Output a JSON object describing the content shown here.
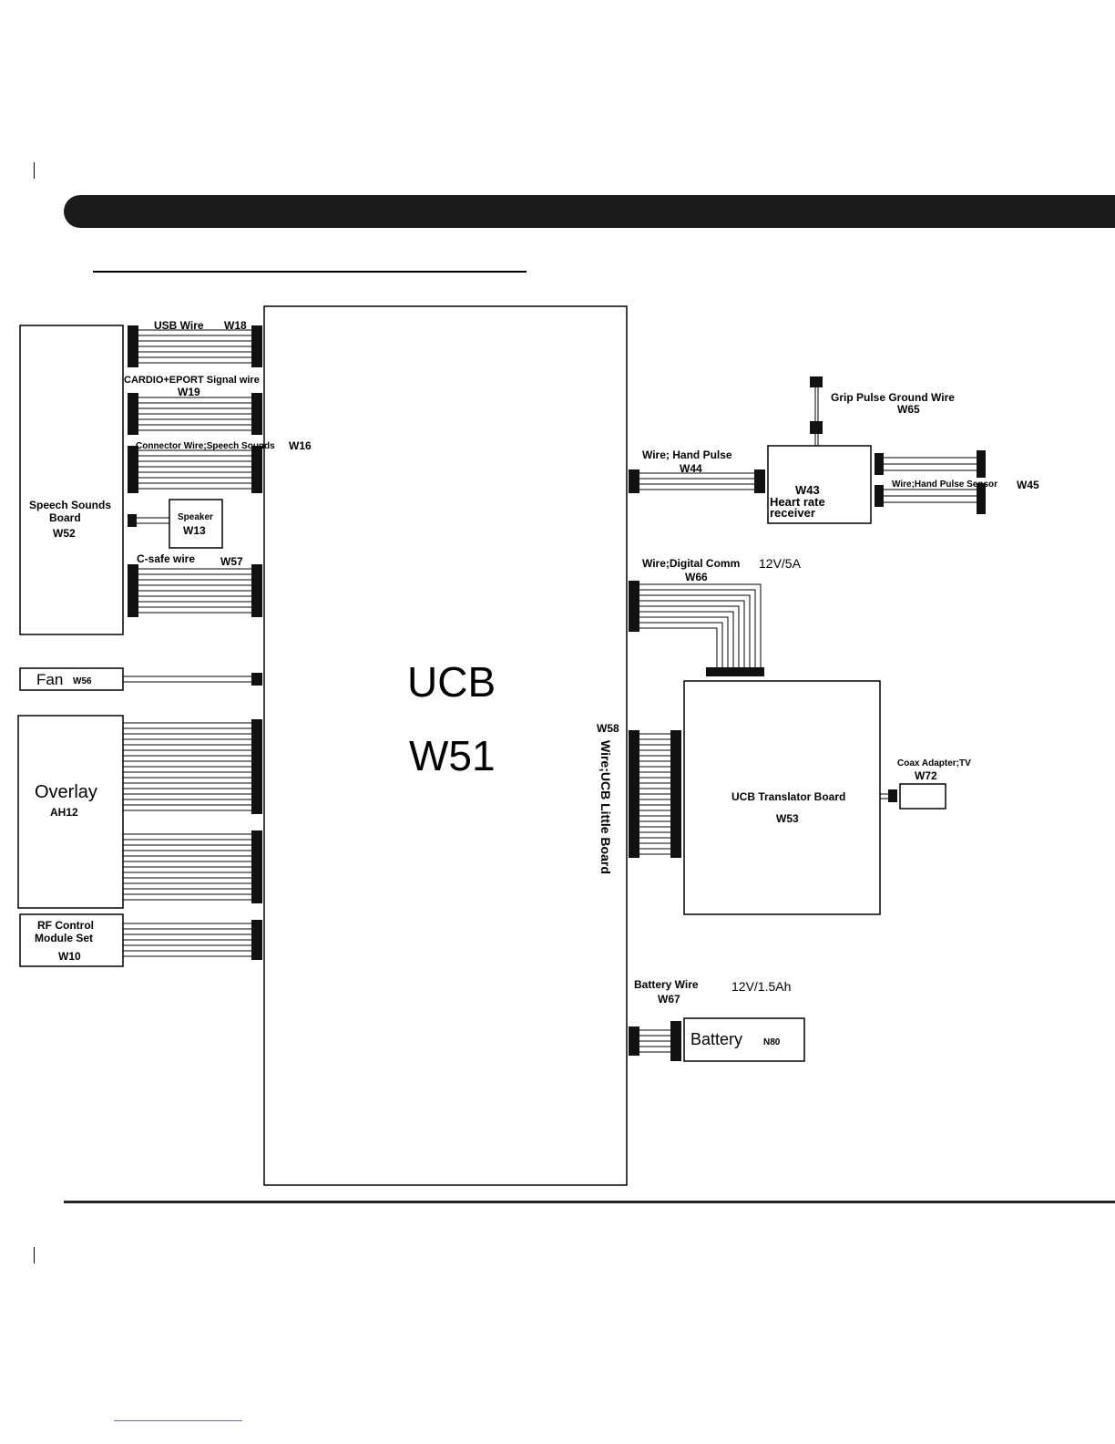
{
  "main_board": {
    "name": "UCB",
    "code": "W51"
  },
  "wire_ucb_little_board": {
    "code": "W58",
    "label": "Wire;UCB Little Board"
  },
  "speech_board": {
    "line1": "Speech Sounds",
    "line2": "Board",
    "code": "W52"
  },
  "speaker": {
    "name": "Speaker",
    "code": "W13"
  },
  "usb_wire": {
    "label": "USB Wire",
    "code": "W18"
  },
  "cardio_wire": {
    "label": "CARDIO+EPORT Signal wire",
    "code": "W19"
  },
  "connector_wire": {
    "label": "Connector Wire;Speech Sounds",
    "code": "W16"
  },
  "csafe_wire": {
    "label": "C-safe wire",
    "code": "W57"
  },
  "fan": {
    "name": "Fan",
    "code": "W56"
  },
  "overlay": {
    "name": "Overlay",
    "code": "AH12"
  },
  "rf_module": {
    "line1": "RF Control",
    "line2": "Module Set",
    "code": "W10"
  },
  "grip_wire": {
    "label": "Grip Pulse Ground Wire",
    "code": "W65"
  },
  "hand_pulse_wire": {
    "label": "Wire; Hand Pulse",
    "code": "W44"
  },
  "heart_rate": {
    "code": "W43",
    "line1": "Heart rate",
    "line2": "receiver"
  },
  "hand_pulse_sensor": {
    "label": "Wire;Hand Pulse Sensor",
    "code": "W45"
  },
  "digital_comm": {
    "label": "Wire;Digital Comm",
    "spec": "12V/5A",
    "code": "W66"
  },
  "translator_board": {
    "name": "UCB Translator Board",
    "code": "W53"
  },
  "coax": {
    "label": "Coax Adapter;TV",
    "code": "W72"
  },
  "battery_wire": {
    "label": "Battery Wire",
    "spec": "12V/1.5Ah",
    "code": "W67"
  },
  "battery": {
    "name": "Battery",
    "code": "N80"
  }
}
